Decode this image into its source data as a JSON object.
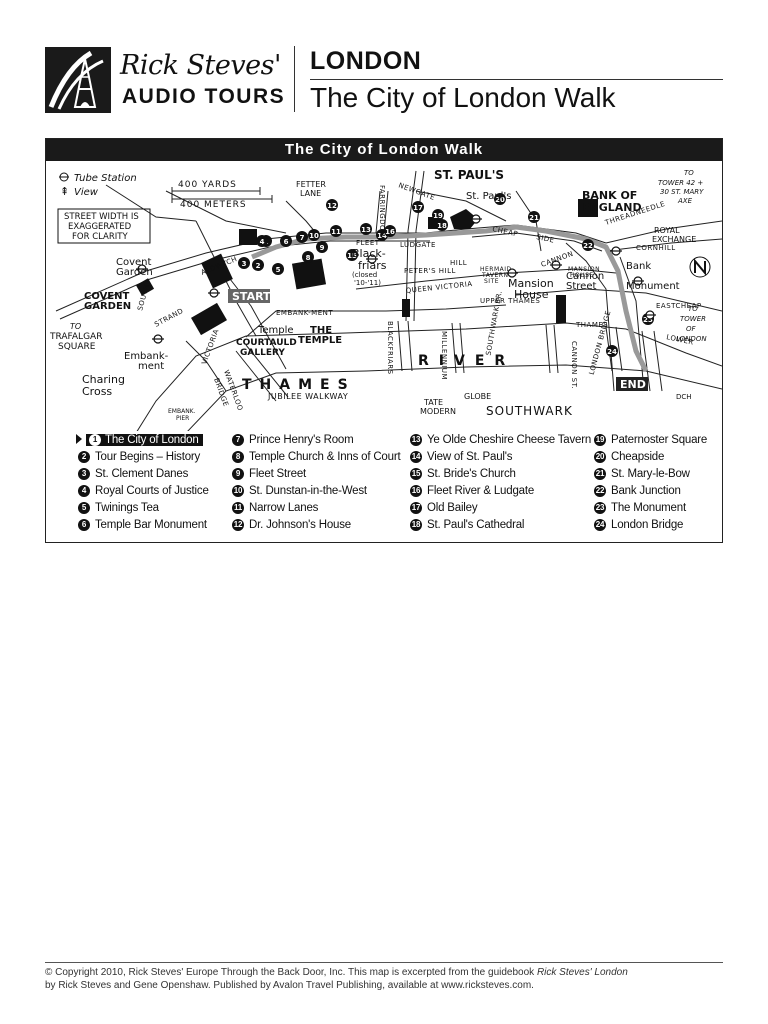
{
  "header": {
    "brand_name": "Rick Steves'",
    "brand_sub": "AUDIO TOURS",
    "city": "LONDON",
    "title": "The City of London Walk"
  },
  "map": {
    "band_title": "The City of London Walk",
    "legend": {
      "tube": "Tube Station",
      "view": "View",
      "scale_yards": "400 YARDS",
      "scale_meters": "400 METERS",
      "note": [
        "STREET WIDTH IS",
        "EXAGGERATED",
        "FOR CLARITY"
      ]
    },
    "labels": {
      "covent_garden_area": [
        "Covent",
        "Garden"
      ],
      "covent_garden_tube": [
        "COVENT",
        "GARDEN"
      ],
      "to_trafalgar": [
        "TO",
        "TRAFALGAR",
        "SQUARE"
      ],
      "embankment": [
        "Embank-",
        "ment"
      ],
      "charing_cross": [
        "Charing",
        "Cross"
      ],
      "embank_pier": [
        "EMBANK.",
        "PIER"
      ],
      "fetter_lane": [
        "FETTER",
        "LANE"
      ],
      "start": "START",
      "temple": "Temple",
      "courtauld": [
        "COURTAULD",
        "GALLERY"
      ],
      "the_temple": [
        "THE",
        "TEMPLE"
      ],
      "blackfriars": [
        "Black-",
        "friars"
      ],
      "blackfriars_closed": [
        "(closed",
        "'10-'11)"
      ],
      "st_pauls_area": "ST. PAUL'S",
      "st_pauls_tube": "St. Paul's",
      "bank_of_england": [
        "BANK OF",
        "ENGLAND"
      ],
      "bank": "Bank",
      "royal_exchange": [
        "ROYAL",
        "EXCHANGE"
      ],
      "to_tower": [
        "TO",
        "TOWER 42 +",
        "30 ST. MARY",
        "AXE"
      ],
      "mansion_house": [
        "Mansion",
        "House"
      ],
      "cannon_street": [
        "Cannon",
        "Street"
      ],
      "monument": "Monument",
      "to_tower_of_london": [
        "TO",
        "TOWER",
        "OF",
        "LONDON"
      ],
      "thames": "THAMES",
      "river": "RIVER",
      "end": "END",
      "tate": [
        "TATE",
        "MODERN"
      ],
      "globe": "GLOBE",
      "southwark": "SOUTHWARK",
      "dch": "DCH",
      "streets": {
        "aldwych": "ALDWYCH",
        "strand": "STRAND",
        "fleet": "FLEET",
        "ludgate": "LUDGATE",
        "newgate": "NEWGATE",
        "cheap": "CHEAP",
        "side": "SIDE",
        "threadneedle": "THREADNEEDLE",
        "cornhill": "CORNHILL",
        "eastcheap": "EASTCHEAP",
        "queen_victoria": "QUEEN VICTORIA",
        "upper_thames": "UPPER THAMES",
        "thames": "THAMES",
        "lower": "LOWER",
        "cannon": "CANNON",
        "embankment": "EMBANK-MENT",
        "jubilee_walkway": "JUBILEE   WALKWAY",
        "peters_hill": "PETER'S HILL",
        "mansion_house_small": [
          "MANSION",
          "HOUSE"
        ],
        "mithraeum": [
          "HERMAID",
          "TAVERN",
          "SITE"
        ],
        "hill": "HILL",
        "farringdon": "FARRINGDON",
        "victoria": "VICTORIA",
        "waterloo_bridge": "WATERLOO",
        "bridge": "BRIDGE",
        "blackfriars_bridge": "BLACKFRIARS",
        "millennium": "MILLENNIUM",
        "southwark_br": "SOUTHWARK BR.",
        "cannon_st": "CANNON  ST.",
        "london_bridge": "LONDON  BRIDGE",
        "south": "SOUTH"
      }
    }
  },
  "stops": [
    {
      "n": "1",
      "label": "The City of London"
    },
    {
      "n": "2",
      "label": "Tour Begins – History"
    },
    {
      "n": "3",
      "label": "St. Clement Danes"
    },
    {
      "n": "4",
      "label": "Royal Courts of Justice"
    },
    {
      "n": "5",
      "label": "Twinings Tea"
    },
    {
      "n": "6",
      "label": "Temple Bar Monument"
    },
    {
      "n": "7",
      "label": "Prince Henry's Room"
    },
    {
      "n": "8",
      "label": "Temple Church & Inns of Court"
    },
    {
      "n": "9",
      "label": "Fleet Street"
    },
    {
      "n": "10",
      "label": "St. Dunstan-in-the-West"
    },
    {
      "n": "11",
      "label": "Narrow Lanes"
    },
    {
      "n": "12",
      "label": "Dr. Johnson's House"
    },
    {
      "n": "13",
      "label": "Ye Olde Cheshire Cheese Tavern"
    },
    {
      "n": "14",
      "label": "View of St. Paul's"
    },
    {
      "n": "15",
      "label": "St. Bride's Church"
    },
    {
      "n": "16",
      "label": "Fleet River & Ludgate"
    },
    {
      "n": "17",
      "label": "Old Bailey"
    },
    {
      "n": "18",
      "label": "St. Paul's Cathedral"
    },
    {
      "n": "19",
      "label": "Paternoster Square"
    },
    {
      "n": "20",
      "label": "Cheapside"
    },
    {
      "n": "21",
      "label": "St. Mary-le-Bow"
    },
    {
      "n": "22",
      "label": "Bank Junction"
    },
    {
      "n": "23",
      "label": "The Monument"
    },
    {
      "n": "24",
      "label": "London Bridge"
    }
  ],
  "footer": {
    "line1_prefix": "© Copyright 2010, Rick Steves' Europe Through the Back Door, Inc. This map is excerpted from the guidebook",
    "line1_book": "Rick Steves' London",
    "line2": "by Rick Steves and Gene Openshaw. Published by Avalon Travel Publishing, available at www.ricksteves.com."
  }
}
